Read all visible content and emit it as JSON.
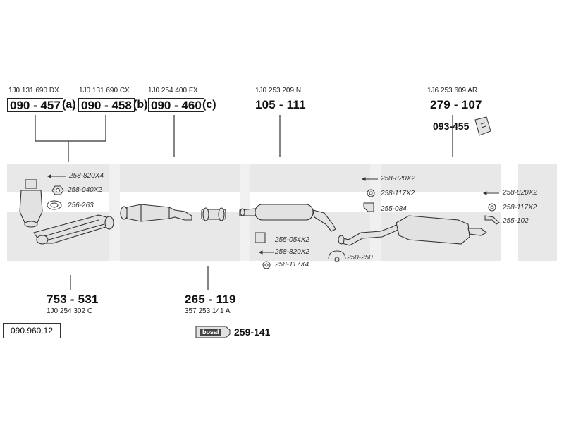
{
  "catalog_code": "090.960.12",
  "watermark_text": "bosal",
  "colors": {
    "background": "#ffffff",
    "watermark": "#e6e6e6",
    "line": "#333333",
    "part_fill": "#e2e2e2"
  },
  "groups": {
    "manifold_top": [
      {
        "oem": "1J0 131 690 DX",
        "part": "090 - 457",
        "suffix": "(a)"
      },
      {
        "oem": "1J0 131 690 CX",
        "part": "090 - 458",
        "suffix": "(b)"
      },
      {
        "oem": "1J0 254 400 FX",
        "part": "090 - 460",
        "suffix": "(c)"
      }
    ],
    "centre_top": {
      "oem": "1J0 253 209 N",
      "part": "105 - 111"
    },
    "rear_top": {
      "oem": "1J6 253 609 AR",
      "part": "279 - 107",
      "kit": "093-455"
    },
    "manifold_bottom": {
      "part": "753 - 531",
      "oem": "1J0 254 302 C"
    },
    "front_pipe_bottom": {
      "part": "265 - 119",
      "oem": "357 253 141 A"
    },
    "paste": {
      "label": "bosal",
      "part": "259-141"
    }
  },
  "accessories": {
    "a1": "258-820X4",
    "a2": "258-040X2",
    "a3": "256-263",
    "b1": "258-820X2",
    "b2": "258-117X2",
    "b3": "255-084",
    "c1": "255-054X2",
    "c2": "258-820X2",
    "c3": "258-117X4",
    "c4": "250-250",
    "d1": "258-820X2",
    "d2": "258-117X2",
    "d3": "255-102"
  }
}
